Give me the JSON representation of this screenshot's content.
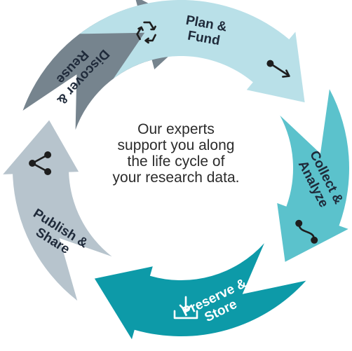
{
  "center_text": [
    "Our experts",
    "support you along",
    "the life cycle of",
    "your research data."
  ],
  "stages": [
    {
      "id": "plan-fund",
      "lines": [
        "Plan &",
        "Fund"
      ],
      "icon": "arrow-path-icon",
      "color": "#b9e0e8",
      "text_color": "#1f2a3a"
    },
    {
      "id": "collect-analyze",
      "lines": [
        "Collect &",
        "Analyze"
      ],
      "icon": "wave-path-icon",
      "color": "#5bc2cc",
      "text_color": "#1f2a3a"
    },
    {
      "id": "preserve-store",
      "lines": [
        "Preserve &",
        "Store"
      ],
      "icon": "download-tray-icon",
      "color": "#0d9aa8",
      "text_color": "#ffffff"
    },
    {
      "id": "publish-share",
      "lines": [
        "Publish &",
        "Share"
      ],
      "icon": "share-icon",
      "color": "#b7c4cd",
      "text_color": "#1f2a3a"
    },
    {
      "id": "discover-reuse",
      "lines": [
        "Discover &",
        "Reuse"
      ],
      "icon": "recycle-icon",
      "color": "#76848e",
      "text_color": "#1f2a3a"
    }
  ]
}
